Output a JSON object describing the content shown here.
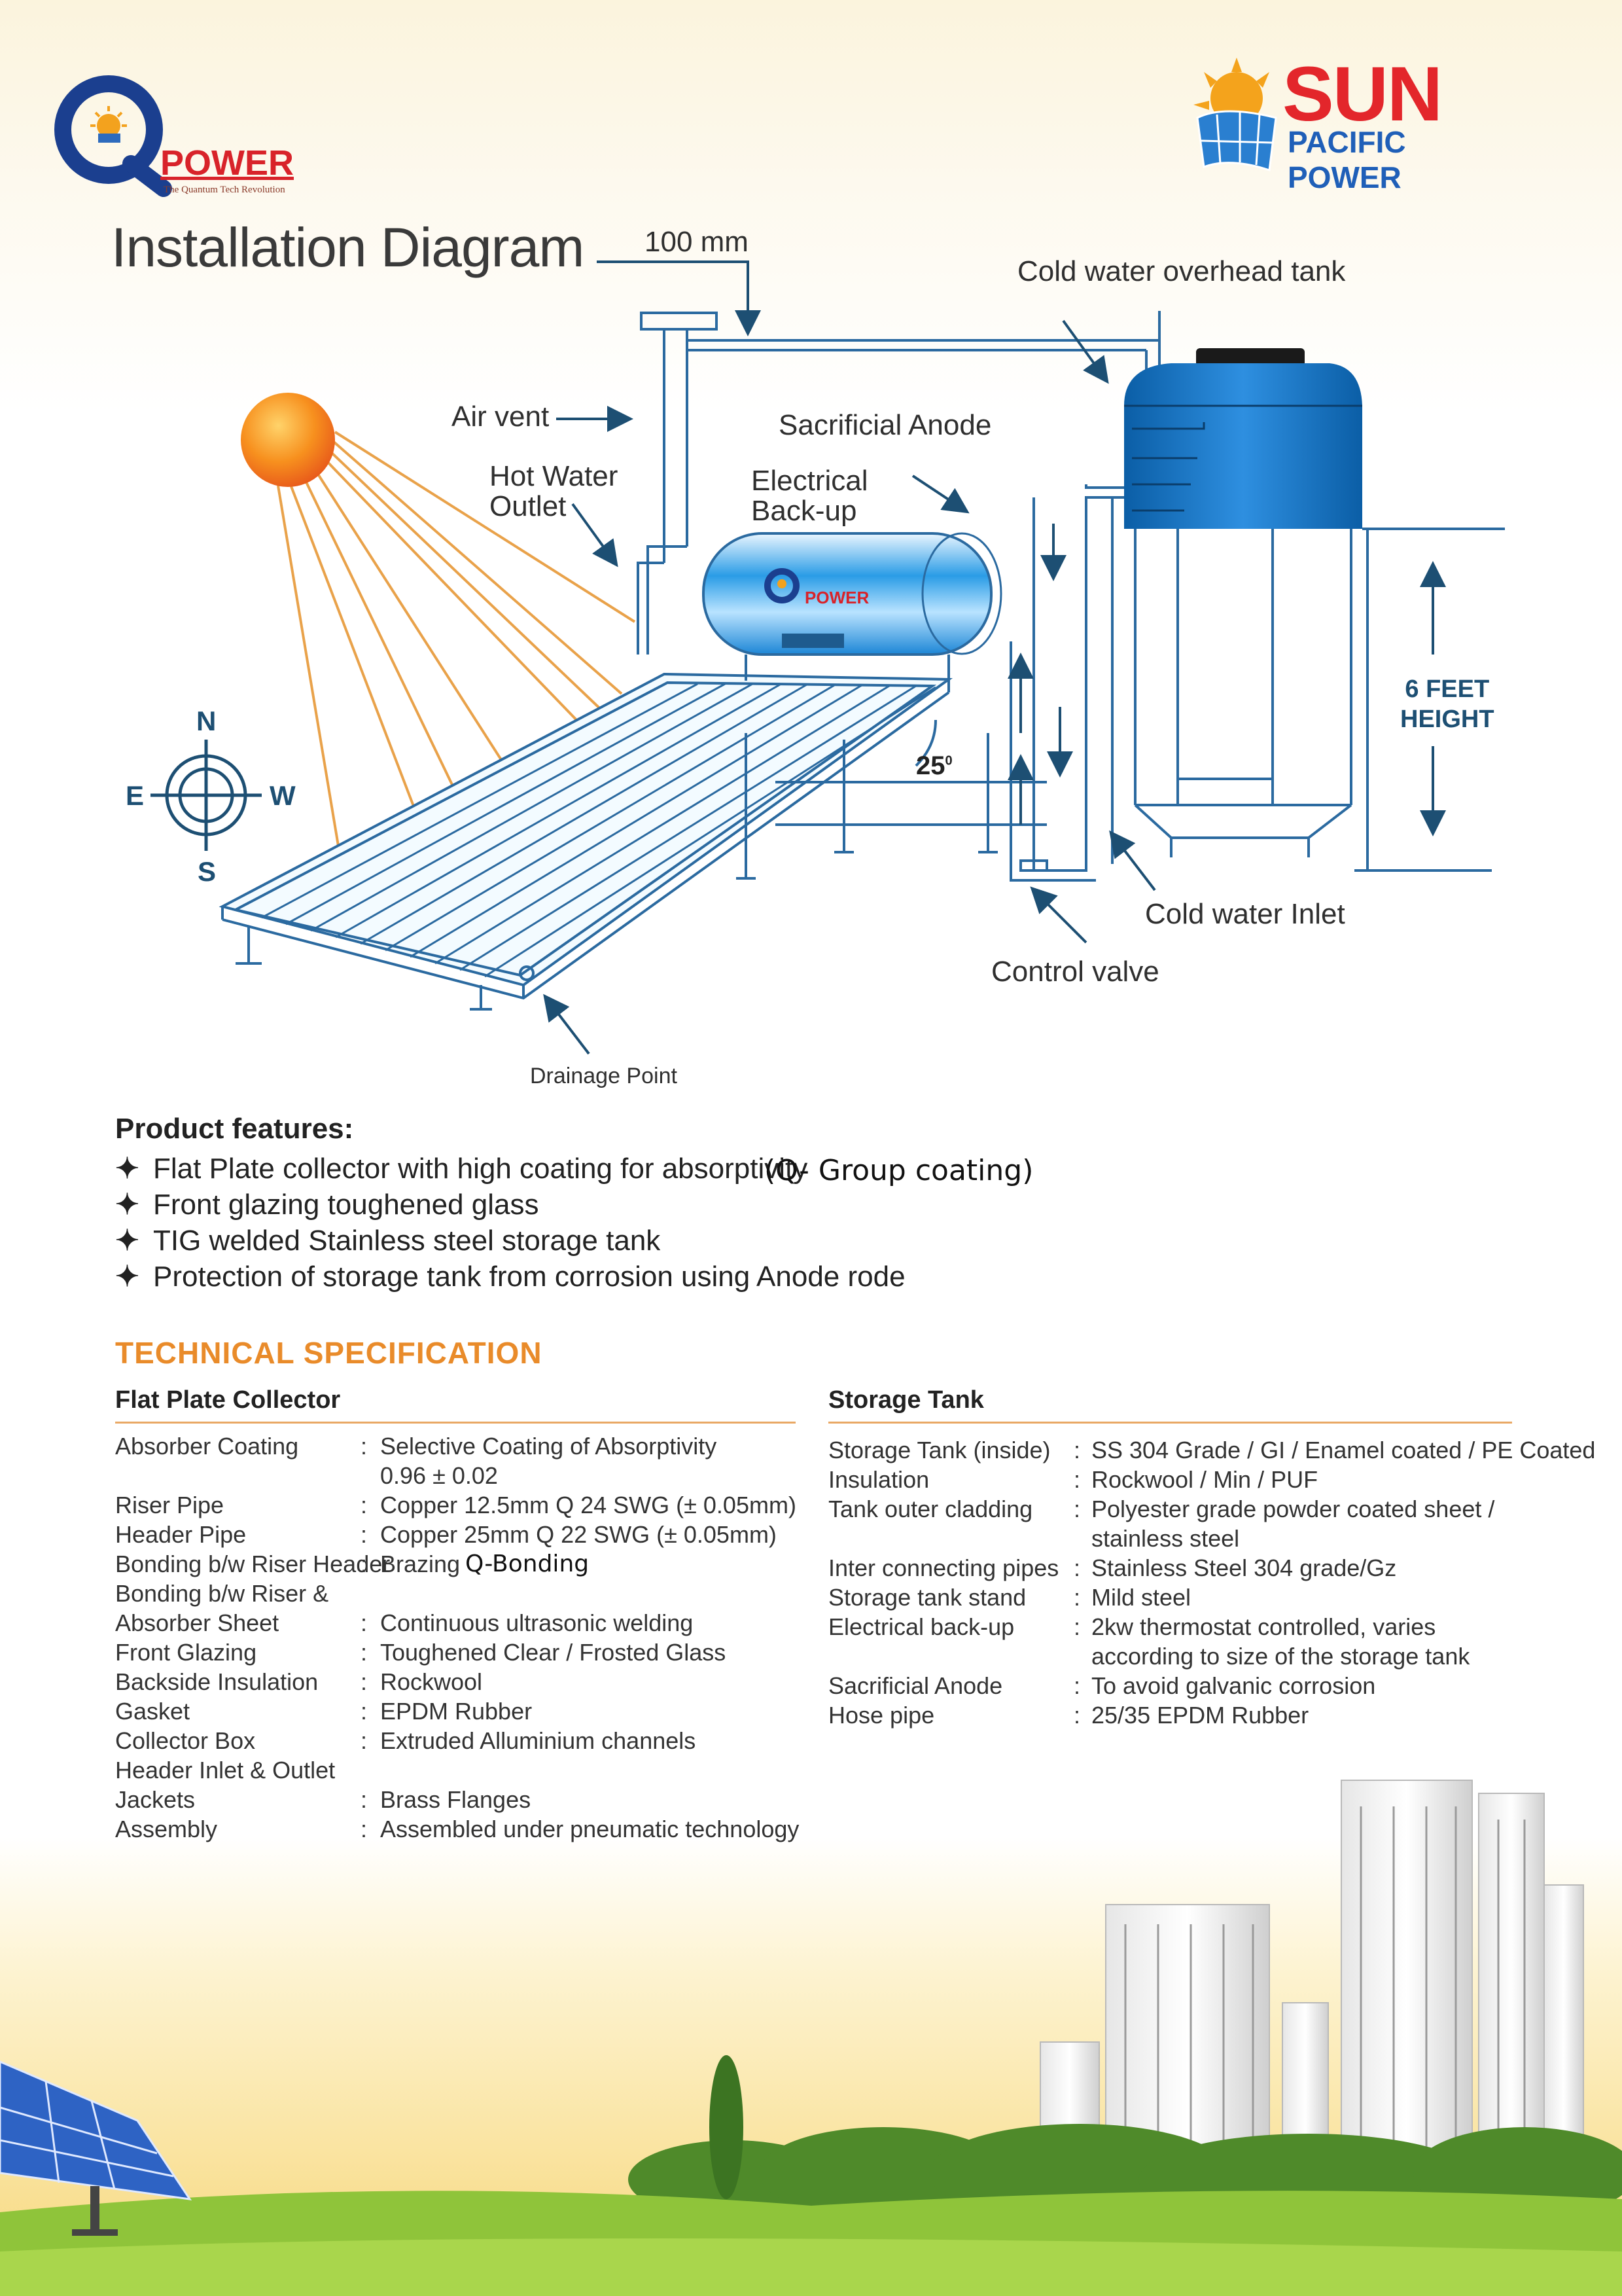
{
  "logos": {
    "qpower_brand": "POWER",
    "qpower_tagline": "The Quantum Tech Revolution",
    "sun_brand": "SUN",
    "sun_sub": "PACIFIC POWER"
  },
  "title": "Installation Diagram",
  "diagram": {
    "label_100mm": "100 mm",
    "cold_water_tank": "Cold water overhead tank",
    "air_vent": "Air vent",
    "sacrificial_anode": "Sacrificial Anode",
    "hot_water_outlet_1": "Hot Water",
    "hot_water_outlet_2": "Outlet",
    "electrical_backup_1": "Electrical",
    "electrical_backup_2": "Back-up",
    "tank_brand": "POWER",
    "angle": "25",
    "angle_sup": "0",
    "height_1": "6 FEET",
    "height_2": "HEIGHT",
    "cold_water_inlet": "Cold water Inlet",
    "control_valve": "Control valve",
    "drainage_point": "Drainage Point",
    "compass": {
      "n": "N",
      "e": "E",
      "w": "W",
      "s": "S"
    }
  },
  "features": {
    "heading": "Product features:",
    "bullet": "✦",
    "items": [
      "Flat Plate collector with high coating for absorptivity",
      "Front glazing toughened glass",
      "TIG welded Stainless steel storage tank",
      "Protection of storage tank from corrosion using Anode rode"
    ],
    "q_group": "(Q- Group coating)"
  },
  "tech": {
    "heading": "TECHNICAL SPECIFICATION",
    "collector": {
      "title": "Flat Plate Collector",
      "rows": [
        {
          "k": "Absorber Coating",
          "c": ":",
          "v": "Selective Coating of Absorptivity"
        },
        {
          "k": "",
          "c": "",
          "v": "0.96 ± 0.02"
        },
        {
          "k": "Riser Pipe",
          "c": ":",
          "v": "Copper 12.5mm Q 24 SWG (± 0.05mm)"
        },
        {
          "k": "Header Pipe",
          "c": ":",
          "v": "Copper 25mm Q 22 SWG (± 0.05mm)"
        },
        {
          "k": "Bonding b/w Riser Header",
          "c": ":",
          "v": "Brazing",
          "extra": "Q-Bonding"
        },
        {
          "k": "Bonding b/w Riser &",
          "c": "",
          "v": ""
        },
        {
          "k": "Absorber Sheet",
          "c": ":",
          "v": "Continuous ultrasonic welding"
        },
        {
          "k": "Front Glazing",
          "c": ":",
          "v": "Toughened Clear / Frosted Glass"
        },
        {
          "k": "Backside Insulation",
          "c": ":",
          "v": "Rockwool"
        },
        {
          "k": "Gasket",
          "c": ":",
          "v": "EPDM Rubber"
        },
        {
          "k": "Collector Box",
          "c": ":",
          "v": "Extruded Alluminium channels"
        },
        {
          "k": "Header Inlet & Outlet",
          "c": "",
          "v": ""
        },
        {
          "k": "Jackets",
          "c": ":",
          "v": "Brass Flanges"
        },
        {
          "k": "Assembly",
          "c": ":",
          "v": "Assembled under pneumatic  technology"
        }
      ]
    },
    "tank": {
      "title": "Storage Tank",
      "rows": [
        {
          "k": "Storage Tank (inside)",
          "c": ":",
          "v": "SS 304 Grade / GI / Enamel coated / PE Coated"
        },
        {
          "k": "Insulation",
          "c": ":",
          "v": "Rockwool / Min / PUF"
        },
        {
          "k": "Tank outer cladding",
          "c": ":",
          "v": "Polyester grade powder coated   sheet /"
        },
        {
          "k": "",
          "c": "",
          "v": "stainless  steel"
        },
        {
          "k": "Inter connecting pipes",
          "c": ":",
          "v": "Stainless Steel 304 grade/Gz"
        },
        {
          "k": "Storage tank stand",
          "c": ":",
          "v": "Mild steel"
        },
        {
          "k": "Electrical back-up",
          "c": ":",
          "v": "2kw thermostat controlled, varies"
        },
        {
          "k": "",
          "c": "",
          "v": "according to size of the storage tank"
        },
        {
          "k": "Sacrificial Anode",
          "c": ":",
          "v": "To avoid galvanic corrosion"
        },
        {
          "k": "Hose pipe",
          "c": ":",
          "v": "25/35 EPDM Rubber"
        }
      ]
    }
  }
}
